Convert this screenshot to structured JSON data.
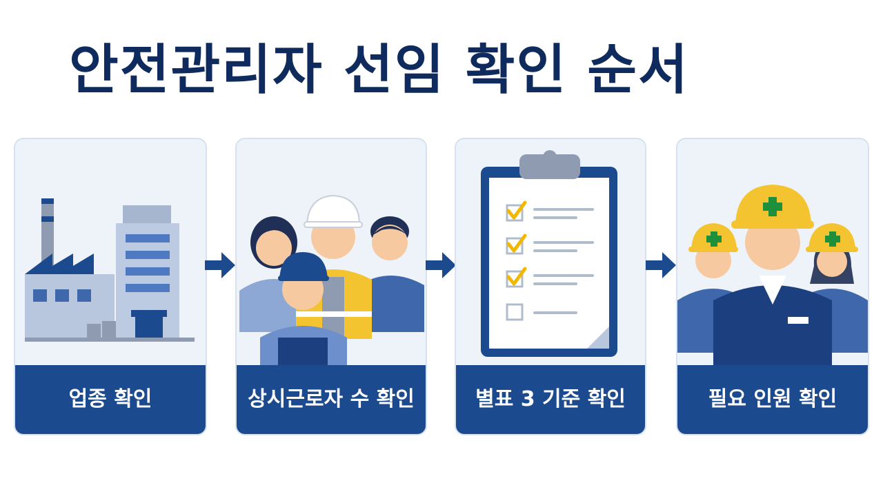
{
  "title": "안전관리자 선임 확인 순서",
  "steps": [
    {
      "label": "업종 확인",
      "icon": "factory-icon"
    },
    {
      "label": "상시근로자 수 확인",
      "icon": "workers-icon"
    },
    {
      "label": "별표 3 기준 확인",
      "icon": "clipboard-checklist-icon"
    },
    {
      "label": "필요 인원 확인",
      "icon": "safety-manager-icon"
    }
  ],
  "colors": {
    "title": "#0f2a5c",
    "label_bg": "#1c4a8f",
    "card_bg": "#eef3fa",
    "arrow": "#1c4a8f",
    "helmet": "#f4c430",
    "check": "#f0b800"
  }
}
